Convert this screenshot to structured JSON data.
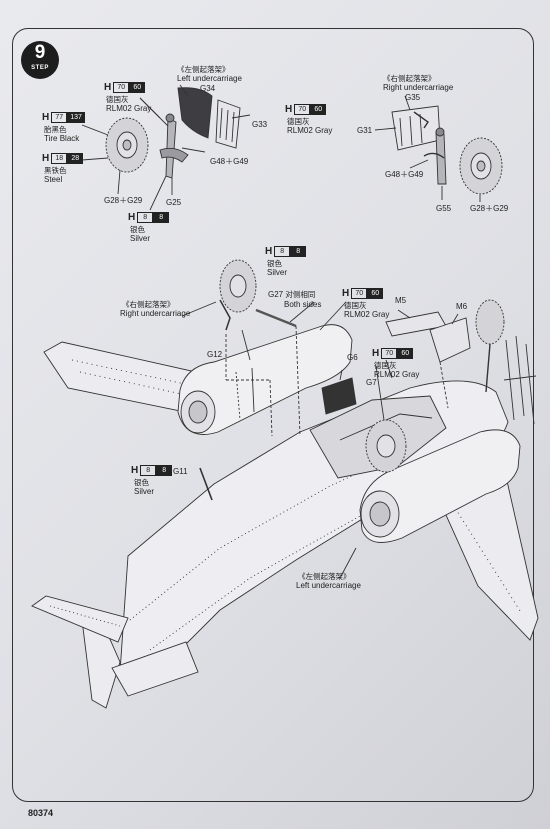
{
  "page_number": "80374",
  "step": {
    "number": "9",
    "word": "STEP"
  },
  "top_left": {
    "title_cn": "《左侧起落架》",
    "title_en": "Left undercarriage",
    "parts": {
      "g34": "G34",
      "g33": "G33",
      "g48": "G48＋G49",
      "g25": "G25",
      "g28": "G28＋G29"
    },
    "paint_gray_top": {
      "h": "H",
      "code": "70",
      "fs": "60",
      "cn": "德国灰",
      "en": "RLM02 Gray"
    },
    "paint_gray_right": {
      "h": "H",
      "code": "70",
      "fs": "60",
      "cn": "德国灰",
      "en": "RLM02 Gray"
    },
    "paint_tire": {
      "h": "H",
      "code": "77",
      "fs": "137",
      "cn": "胎黑色",
      "en": "Tire Black"
    },
    "paint_steel": {
      "h": "H",
      "code": "18",
      "fs": "28",
      "cn": "黑铁色",
      "en": "Steel"
    },
    "paint_silver": {
      "h": "H",
      "code": "8",
      "fs": "8",
      "cn": "银色",
      "en": "Silver"
    }
  },
  "top_right": {
    "title_cn": "《右侧起落架》",
    "title_en": "Right undercarriage",
    "parts": {
      "g35": "G35",
      "g31": "G31",
      "g48": "G48＋G49",
      "g55": "G55",
      "g28": "G28＋G29"
    }
  },
  "main": {
    "right_title_cn": "《右侧起落架》",
    "right_title_en": "Right undercarriage",
    "left_title_cn": "《左侧起落架》",
    "left_title_en": "Left undercarriage",
    "parts": {
      "g27": "G27",
      "g12": "G12",
      "g6": "G6",
      "g7": "G7",
      "m5": "M5",
      "m6": "M6",
      "g11": "G11"
    },
    "both_cn": "对侧相同",
    "both_en": "Both sides",
    "paint_silver_top": {
      "h": "H",
      "code": "8",
      "fs": "8",
      "cn": "银色",
      "en": "Silver"
    },
    "paint_gray_a": {
      "h": "H",
      "code": "70",
      "fs": "60",
      "cn": "德国灰",
      "en": "RLM02 Gray"
    },
    "paint_gray_b": {
      "h": "H",
      "code": "70",
      "fs": "60",
      "cn": "德国灰",
      "en": "RLM02 Gray"
    },
    "paint_silver_left": {
      "h": "H",
      "code": "8",
      "fs": "8",
      "cn": "银色",
      "en": "Silver"
    }
  }
}
